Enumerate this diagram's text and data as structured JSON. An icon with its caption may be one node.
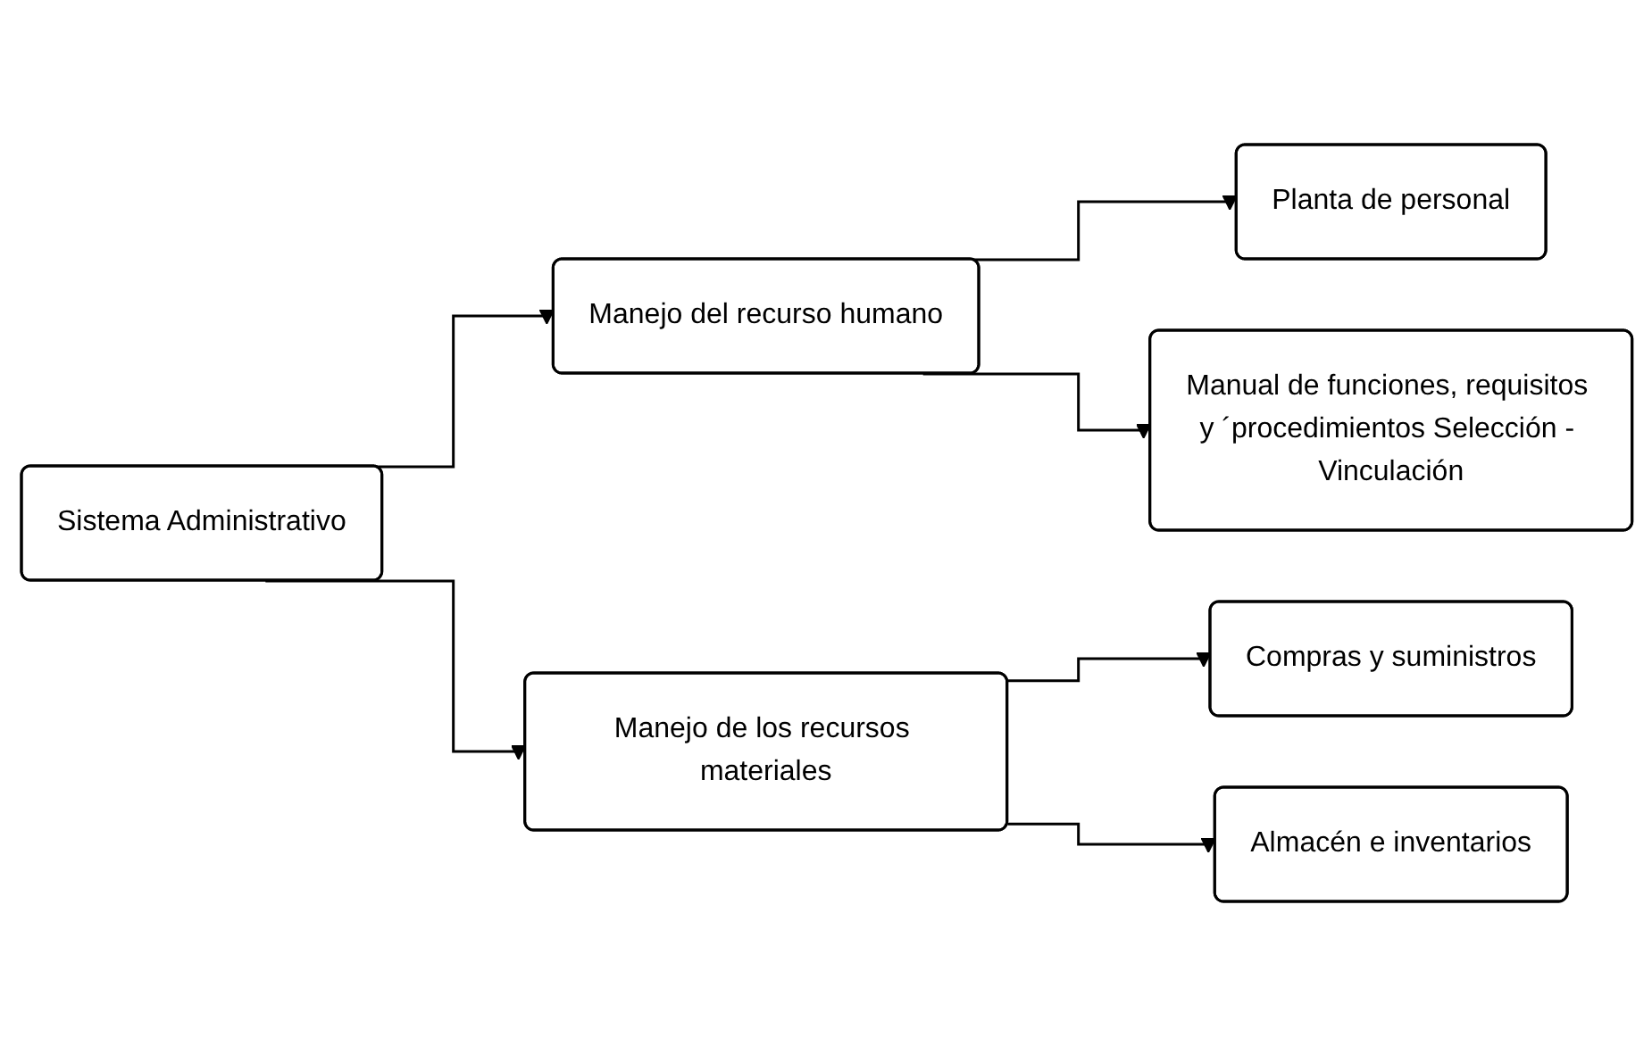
{
  "diagram": {
    "nodes": [
      {
        "text": [
          "Sistema Administrativo"
        ]
      },
      {
        "text": [
          "Manejo del recurso humano"
        ]
      },
      {
        "text": [
          "Manejo de los recursos materiales"
        ]
      },
      {
        "text": [
          "Planta de personal"
        ]
      },
      {
        "text": [
          "Manual de funciones, requisitos y ´procedimientos Selección - Vinculación"
        ]
      },
      {
        "text": [
          "Compras y suministros"
        ]
      },
      {
        "text": [
          "Almacén e inventarios"
        ]
      }
    ],
    "edges": [
      {
        "from": 0,
        "to": 1,
        "arrow": "to"
      },
      {
        "from": 0,
        "to": 2,
        "arrow": "to"
      },
      {
        "from": 1,
        "to": 3,
        "arrow": "to"
      },
      {
        "from": 1,
        "to": 4,
        "arrow": "to"
      },
      {
        "from": 2,
        "to": 5,
        "arrow": "to"
      },
      {
        "from": 2,
        "to": 6,
        "arrow": "to"
      }
    ]
  }
}
